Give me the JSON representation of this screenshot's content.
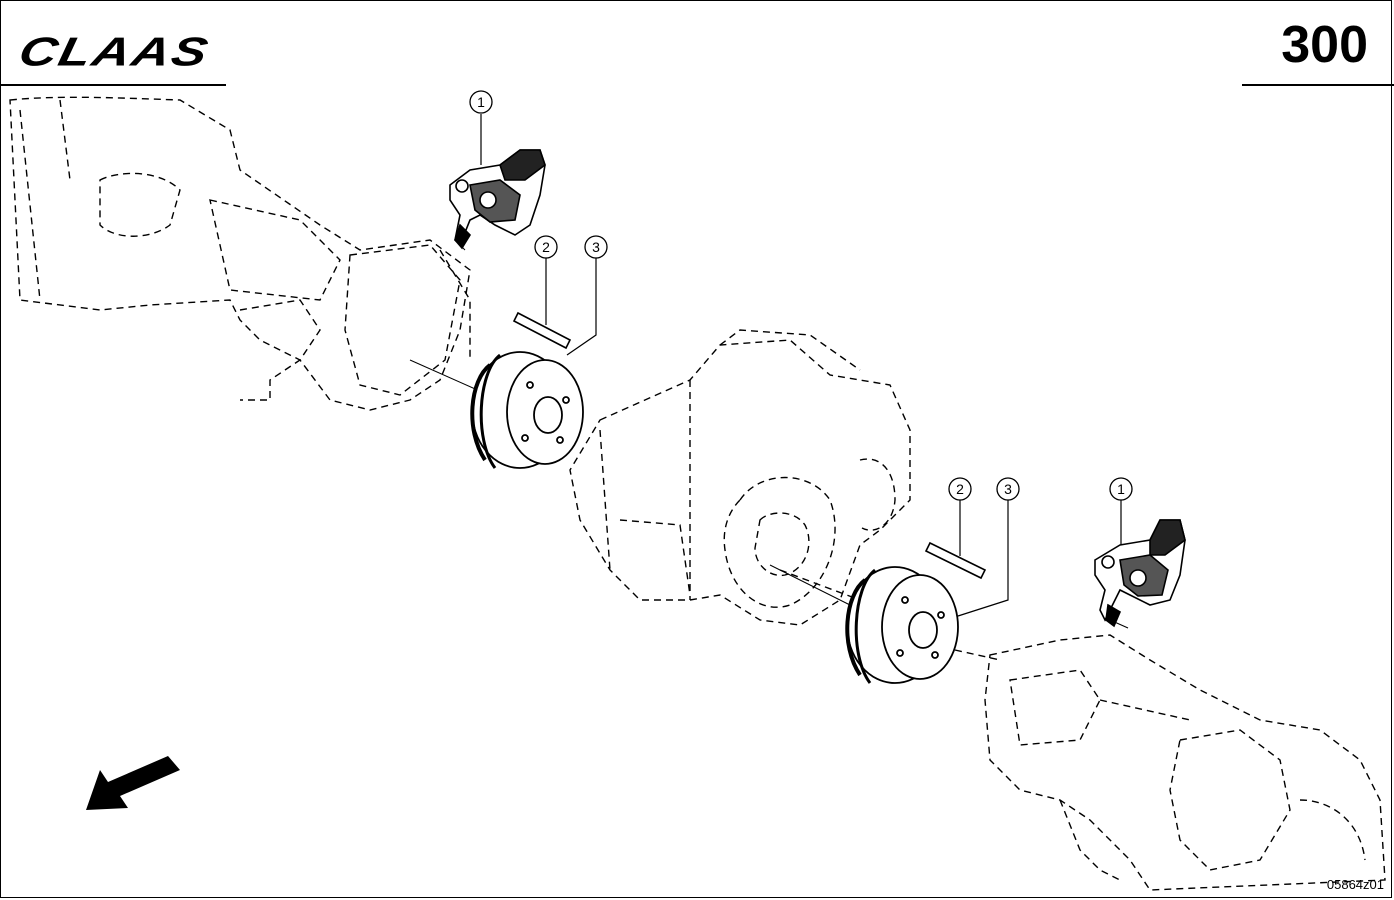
{
  "header": {
    "logo_text": "CLAAS",
    "page_number": "300"
  },
  "callouts": [
    {
      "id": "c1a",
      "number": "1"
    },
    {
      "id": "c2a",
      "number": "2"
    },
    {
      "id": "c3a",
      "number": "3"
    },
    {
      "id": "c2b",
      "number": "2"
    },
    {
      "id": "c3b",
      "number": "3"
    },
    {
      "id": "c1b",
      "number": "1"
    }
  ],
  "footer": {
    "image_code": "05864z01"
  },
  "icons": {
    "direction_arrow": "direction-arrow-icon"
  }
}
